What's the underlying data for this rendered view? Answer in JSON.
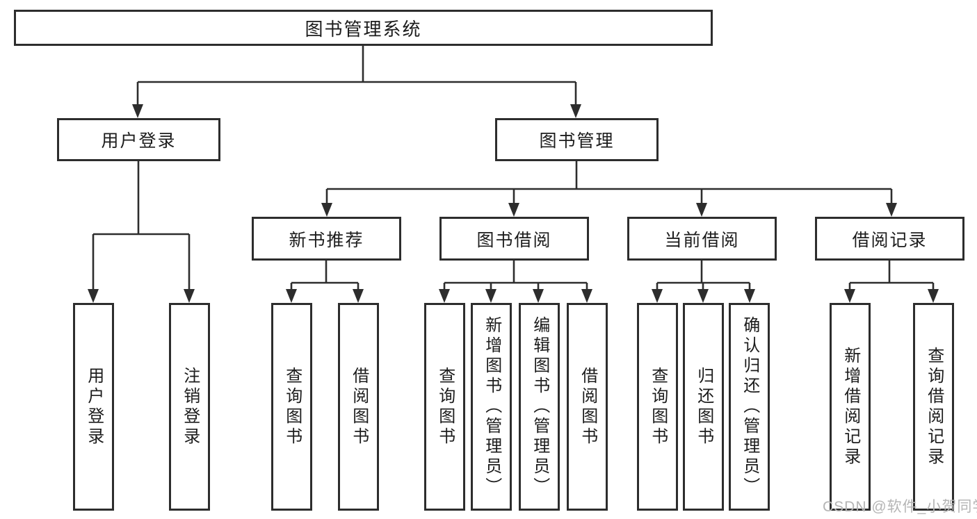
{
  "tree": {
    "root": {
      "label": "图书管理系统"
    },
    "children": [
      {
        "label": "用户登录",
        "children": [
          {
            "label": "用户登录"
          },
          {
            "label": "注销登录"
          }
        ]
      },
      {
        "label": "图书管理",
        "children": [
          {
            "label": "新书推荐",
            "children": [
              {
                "label": "查询图书"
              },
              {
                "label": "借阅图书"
              }
            ]
          },
          {
            "label": "图书借阅",
            "children": [
              {
                "label": "查询图书"
              },
              {
                "label": "新增图书（管理员）"
              },
              {
                "label": "编辑图书（管理员）"
              },
              {
                "label": "借阅图书"
              }
            ]
          },
          {
            "label": "当前借阅",
            "children": [
              {
                "label": "查询图书"
              },
              {
                "label": "归还图书"
              },
              {
                "label": "确认归还（管理员）"
              }
            ]
          },
          {
            "label": "借阅记录",
            "children": [
              {
                "label": "新增借阅记录"
              },
              {
                "label": "查询借阅记录"
              }
            ]
          }
        ]
      }
    ]
  },
  "watermark": {
    "text": "CSDN @软件_小贺同学"
  },
  "colors": {
    "line": "#2d2d2d",
    "text": "#1c1c1c",
    "watermark": "#b5b5b5",
    "background": "#ffffff"
  }
}
